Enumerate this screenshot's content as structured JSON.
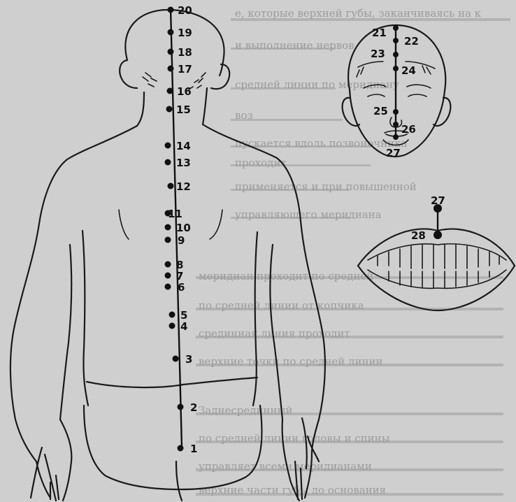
{
  "figure": {
    "back_points": [
      {
        "n": "1"
      },
      {
        "n": "2"
      },
      {
        "n": "3"
      },
      {
        "n": "4"
      },
      {
        "n": "5"
      },
      {
        "n": "6"
      },
      {
        "n": "7"
      },
      {
        "n": "8"
      },
      {
        "n": "9"
      },
      {
        "n": "10"
      },
      {
        "n": "11"
      },
      {
        "n": "12"
      },
      {
        "n": "13"
      },
      {
        "n": "14"
      },
      {
        "n": "15"
      },
      {
        "n": "16"
      },
      {
        "n": "17"
      },
      {
        "n": "18"
      },
      {
        "n": "19"
      },
      {
        "n": "20"
      }
    ],
    "face_points": [
      {
        "n": "21"
      },
      {
        "n": "22"
      },
      {
        "n": "23"
      },
      {
        "n": "24"
      },
      {
        "n": "25"
      },
      {
        "n": "26"
      },
      {
        "n": "27"
      }
    ],
    "mouth_points": [
      {
        "n": "27"
      },
      {
        "n": "28"
      }
    ]
  },
  "background_text": [
    "е, которые верхней губы, заканчиваясь на к",
    "и выполнение нервов",
    "средней линии по меридиану",
    "воз",
    "пускается вдоль позвоночника",
    "проходит",
    "применяется и при повышенной",
    "управляющего меридиана",
    "меридиан проходит по средней",
    "по средней линии от копчика",
    "срединная линия проходит",
    "верхние точки по средней линии",
    "Заднесрединный",
    "по средней линии головы и спины",
    "управляет всеми меридианами",
    "верхние части губы до основания"
  ]
}
